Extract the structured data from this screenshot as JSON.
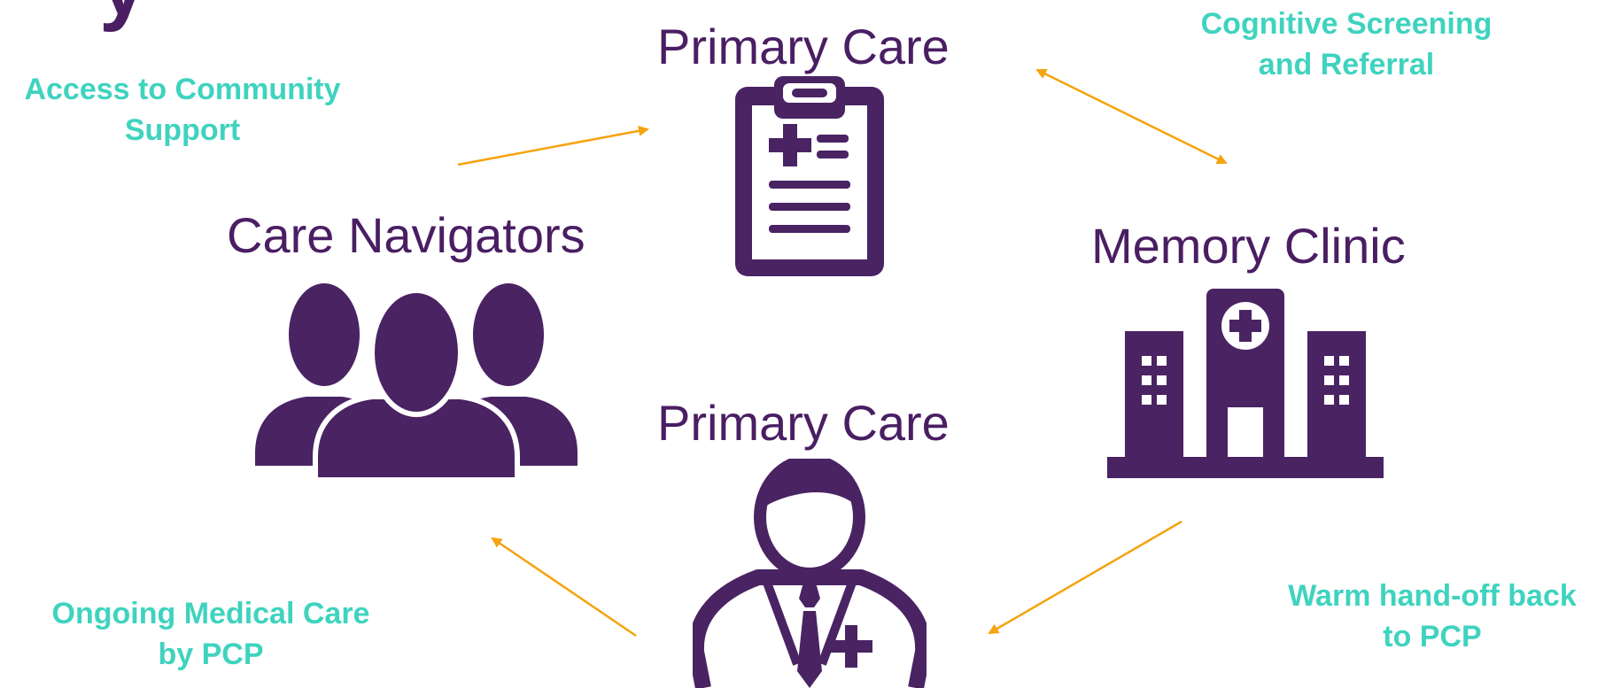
{
  "colors": {
    "icon": "#4a2363",
    "title": "#4a1e63",
    "step_text": "#3fd3bf",
    "arrow": "#f5a30e",
    "background": "#ffffff"
  },
  "heading_fragment": "y",
  "nodes": {
    "primary_care_top": {
      "title": "Primary Care",
      "icon": "clipboard-medical-icon"
    },
    "memory_clinic": {
      "title": "Memory Clinic",
      "icon": "hospital-building-icon"
    },
    "primary_care_bottom": {
      "title": "Primary Care",
      "icon": "doctor-icon"
    },
    "care_navigators": {
      "title": "Care Navigators",
      "icon": "group-people-icon"
    }
  },
  "steps": {
    "cognitive_screening": {
      "line1": "Cognitive Screening",
      "line2": "and Referral"
    },
    "warm_handoff": {
      "line1": "Warm hand-off back",
      "line2": "to PCP"
    },
    "ongoing_care": {
      "line1": "Ongoing Medical Care",
      "line2": "by PCP"
    },
    "community_support": {
      "line1": "Access to Community",
      "line2": "Support"
    }
  },
  "arrows": [
    {
      "from": "primary_care_top",
      "to": "memory_clinic",
      "bidirectional": true
    },
    {
      "from": "memory_clinic",
      "to": "primary_care_bottom",
      "bidirectional": false
    },
    {
      "from": "primary_care_bottom",
      "to": "care_navigators",
      "bidirectional": false
    },
    {
      "from": "care_navigators",
      "to": "primary_care_top",
      "bidirectional": false
    }
  ]
}
